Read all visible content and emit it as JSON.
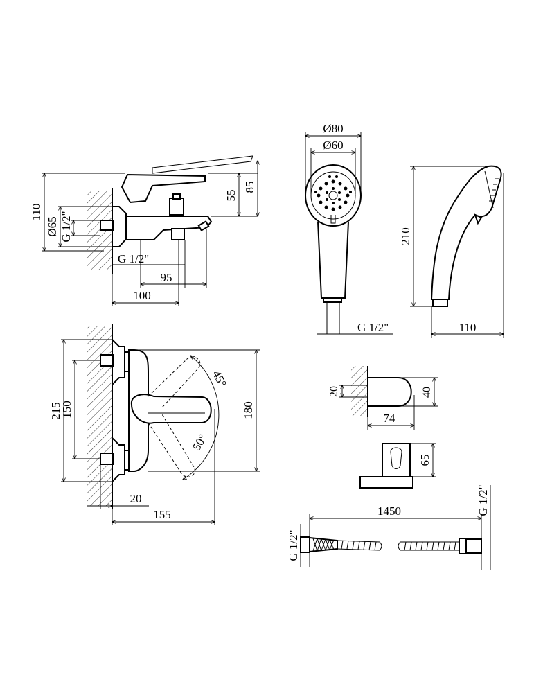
{
  "dimensions": {
    "side_view": {
      "total_height": "110",
      "flange_diameter": "Ø65",
      "thread_inlet": "G 1/2\"",
      "thread_outlet": "G 1/2\"",
      "height_55": "55",
      "height_85": "85",
      "length_95": "95",
      "length_100": "100"
    },
    "top_view": {
      "width_215": "215",
      "width_150": "150",
      "height_180": "180",
      "angle_45": "45°",
      "angle_50": "50°",
      "offset_20": "20",
      "length_155": "155"
    },
    "shower_head": {
      "outer_diameter": "Ø80",
      "inner_diameter": "Ø60",
      "thread": "G 1/2\"",
      "length_210": "210",
      "depth_110": "110"
    },
    "holder": {
      "height_20": "20",
      "height_40": "40",
      "length_74": "74",
      "height_65": "65"
    },
    "hose": {
      "length": "1450",
      "thread_left": "G 1/2\"",
      "thread_right": "G 1/2\""
    }
  }
}
